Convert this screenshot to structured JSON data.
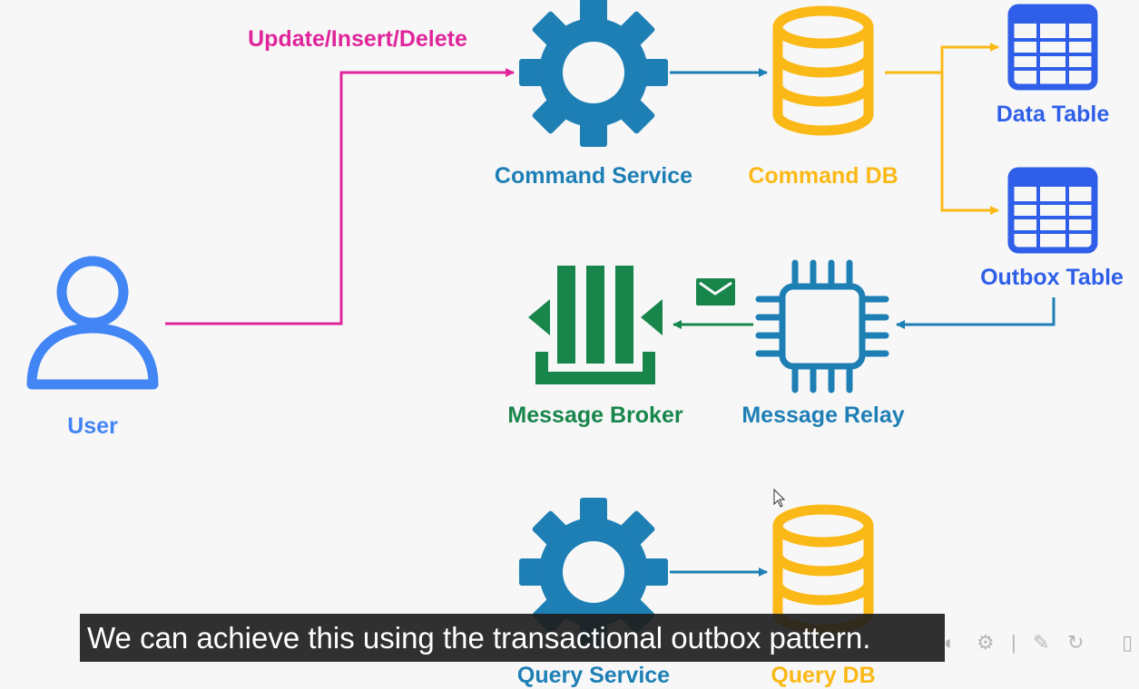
{
  "labels": {
    "user": "User",
    "operation": "Update/Insert/Delete",
    "command_service": "Command Service",
    "command_db": "Command DB",
    "data_table": "Data Table",
    "outbox_table": "Outbox Table",
    "message_broker": "Message Broker",
    "message_relay": "Message Relay",
    "query_service": "Query Service",
    "query_db": "Query DB"
  },
  "subtitle": "We can achieve this using the transactional outbox pattern.",
  "colors": {
    "user": "#4285f4",
    "operation": "#e0259b",
    "service": "#1e7fb5",
    "database": "#fbb917",
    "table": "#2f5fe8",
    "broker": "#18864b",
    "relay": "#1e7fb5",
    "background": "#f7f7f8"
  },
  "icons": {
    "user": "user-icon",
    "command_service": "gear-icon",
    "command_db": "database-icon",
    "data_table": "table-icon",
    "outbox_table": "table-icon",
    "message_broker": "message-queue-icon",
    "message_relay": "chip-icon",
    "message": "envelope-icon",
    "query_service": "gear-icon",
    "query_db": "database-icon"
  }
}
